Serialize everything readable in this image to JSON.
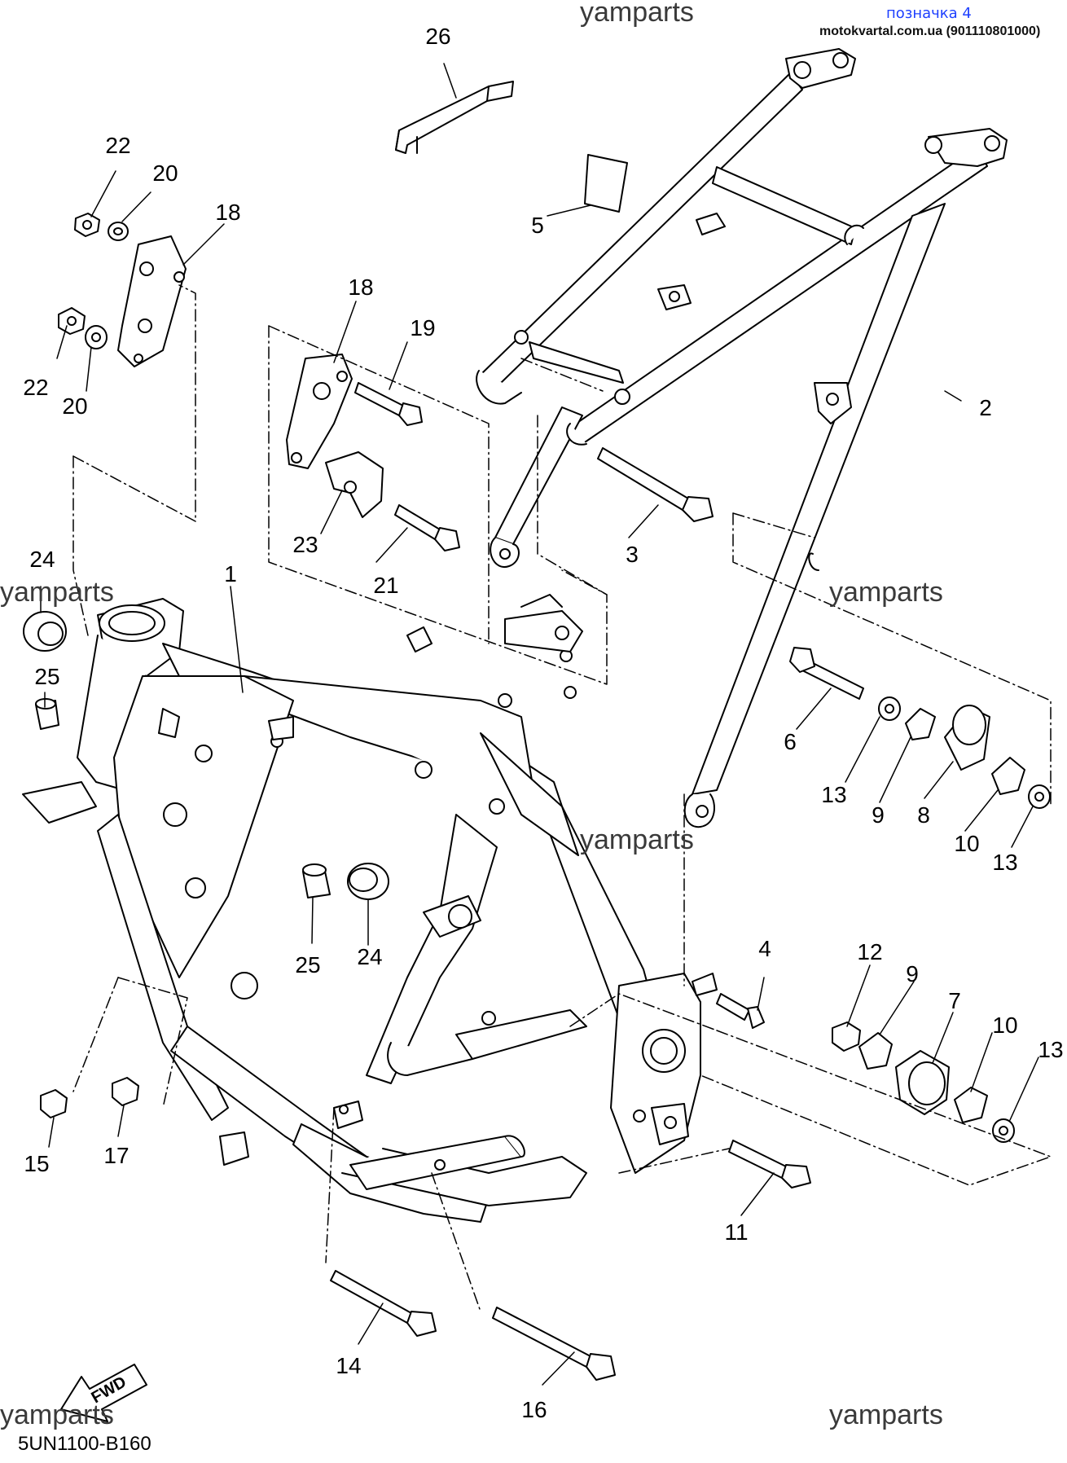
{
  "header": {
    "link_text": "позначка 4",
    "site_text": "motokvartal.com.ua (901110801000)"
  },
  "watermark": "yamparts",
  "diagram_code": "5UN1100-B160",
  "fwd_label": "FWD",
  "callouts": [
    {
      "id": "c26",
      "label": "26"
    },
    {
      "id": "c22a",
      "label": "22"
    },
    {
      "id": "c20a",
      "label": "20"
    },
    {
      "id": "c18a",
      "label": "18"
    },
    {
      "id": "c22b",
      "label": "22"
    },
    {
      "id": "c20b",
      "label": "20"
    },
    {
      "id": "c5",
      "label": "5"
    },
    {
      "id": "c18b",
      "label": "18"
    },
    {
      "id": "c19",
      "label": "19"
    },
    {
      "id": "c23",
      "label": "23"
    },
    {
      "id": "c21",
      "label": "21"
    },
    {
      "id": "c2",
      "label": "2"
    },
    {
      "id": "c3",
      "label": "3"
    },
    {
      "id": "c24a",
      "label": "24"
    },
    {
      "id": "c25a",
      "label": "25"
    },
    {
      "id": "c1",
      "label": "1"
    },
    {
      "id": "c6",
      "label": "6"
    },
    {
      "id": "c13a",
      "label": "13"
    },
    {
      "id": "c9a",
      "label": "9"
    },
    {
      "id": "c8",
      "label": "8"
    },
    {
      "id": "c10a",
      "label": "10"
    },
    {
      "id": "c13b",
      "label": "13"
    },
    {
      "id": "c25b",
      "label": "25"
    },
    {
      "id": "c24b",
      "label": "24"
    },
    {
      "id": "c4",
      "label": "4"
    },
    {
      "id": "c12",
      "label": "12"
    },
    {
      "id": "c9b",
      "label": "9"
    },
    {
      "id": "c7",
      "label": "7"
    },
    {
      "id": "c10b",
      "label": "10"
    },
    {
      "id": "c13c",
      "label": "13"
    },
    {
      "id": "c15",
      "label": "15"
    },
    {
      "id": "c17",
      "label": "17"
    },
    {
      "id": "c11",
      "label": "11"
    },
    {
      "id": "c14",
      "label": "14"
    },
    {
      "id": "c16",
      "label": "16"
    }
  ]
}
